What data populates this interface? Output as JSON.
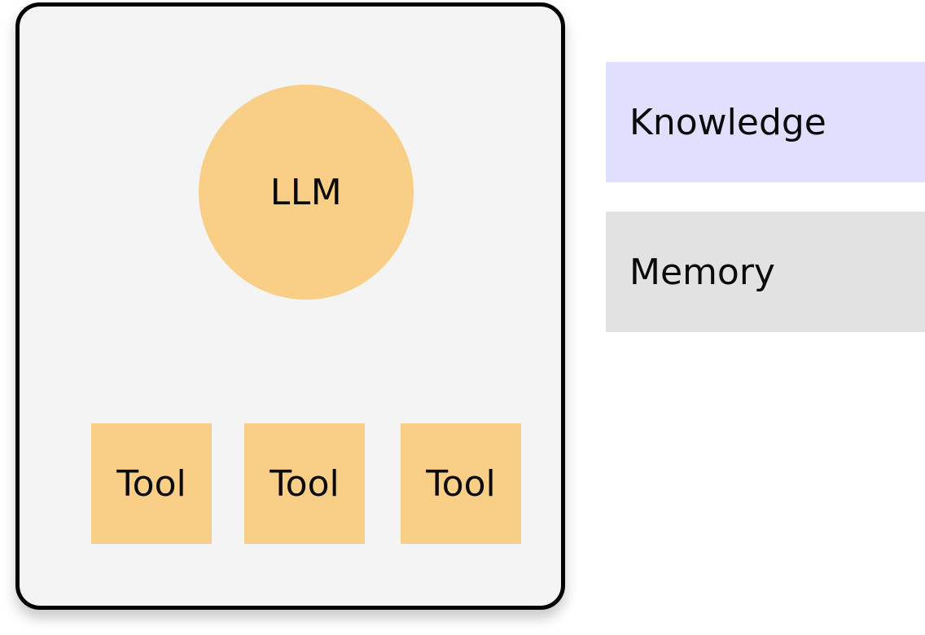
{
  "diagram": {
    "agent": {
      "llm_label": "LLM",
      "tools": [
        {
          "label": "Tool"
        },
        {
          "label": "Tool"
        },
        {
          "label": "Tool"
        }
      ]
    },
    "knowledge": {
      "label": "Knowledge"
    },
    "memory": {
      "label": "Memory"
    }
  },
  "colors": {
    "agent_background": "#f4f4f4",
    "agent_border": "#000000",
    "llm_fill": "#f9cf87",
    "tool_fill": "#f9cf87",
    "knowledge_fill": "#e0e0fe",
    "memory_fill": "#e2e2e2"
  }
}
